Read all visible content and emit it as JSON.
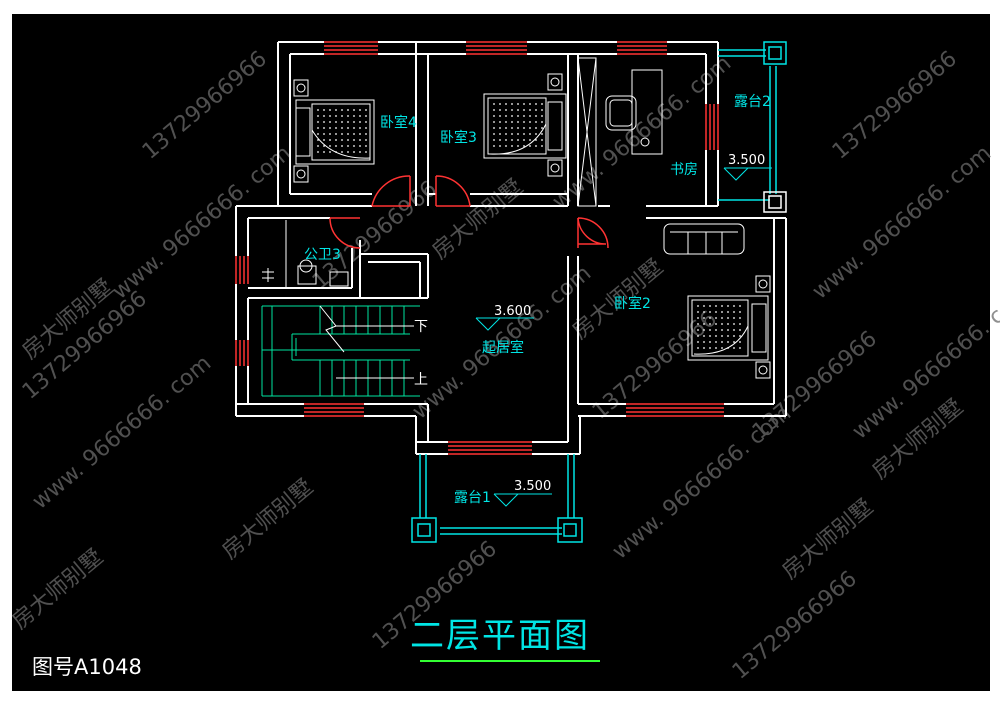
{
  "title": "二层平面图",
  "drawing_number": "图号A1048",
  "rooms": {
    "bedroom4": "卧室4",
    "bedroom3": "卧室3",
    "study": "书房",
    "terrace2": "露台2",
    "bathroom": "公卫3",
    "living": "起居室",
    "bedroom2": "卧室2",
    "terrace1": "露台1"
  },
  "levels": {
    "terrace2": "3.500",
    "living": "3.600",
    "terrace1": "3.500"
  },
  "stairs": {
    "down": "下",
    "up": "上"
  },
  "watermarks": {
    "brand": "房大师别墅",
    "url": "www. 9666666. com",
    "phone": "13729966966"
  },
  "colors": {
    "background": "#000000",
    "wall": "#ffffff",
    "window": "#ff3333",
    "label": "#00e5e5",
    "furniture": "#ffffff",
    "stair": "#00e5a0",
    "title_underline": "#33ff33",
    "watermark": "#6b6b6b"
  }
}
